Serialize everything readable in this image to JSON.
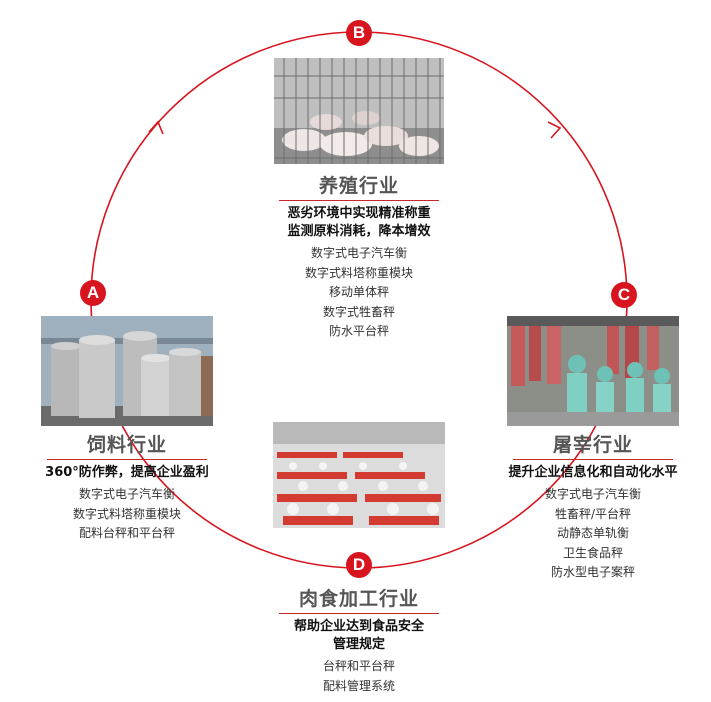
{
  "markers": {
    "a": "A",
    "b": "B",
    "c": "C",
    "d": "D"
  },
  "sections": {
    "breeding": {
      "title": "养殖行业",
      "subtitle_lines": [
        "恶劣环境中实现精准称重",
        "监测原料消耗，降本增效"
      ],
      "items": [
        "数字式电子汽车衡",
        "数字式料塔称重模块",
        "移动单体秤",
        "数字式牲畜秤",
        "防水平台秤"
      ]
    },
    "feed": {
      "title": "饲料行业",
      "subtitle_lines": [
        "360°防作弊，提高企业盈利"
      ],
      "items": [
        "数字式电子汽车衡",
        "数字式料塔称重模块",
        "配料台秤和平台秤"
      ]
    },
    "slaughter": {
      "title": "屠宰行业",
      "subtitle_lines": [
        "提升企业信息化和自动化水平"
      ],
      "items": [
        "数字式电子汽车衡",
        "牲畜秤/平台秤",
        "动静态单轨衡",
        "卫生食品秤",
        "防水型电子案秤"
      ]
    },
    "meat": {
      "title": "肉食加工行业",
      "subtitle_lines": [
        "帮助企业达到食品安全",
        "管理规定"
      ],
      "items": [
        "台秤和平台秤",
        "配料管理系统"
      ]
    }
  },
  "colors": {
    "accent": "#d8141e"
  }
}
